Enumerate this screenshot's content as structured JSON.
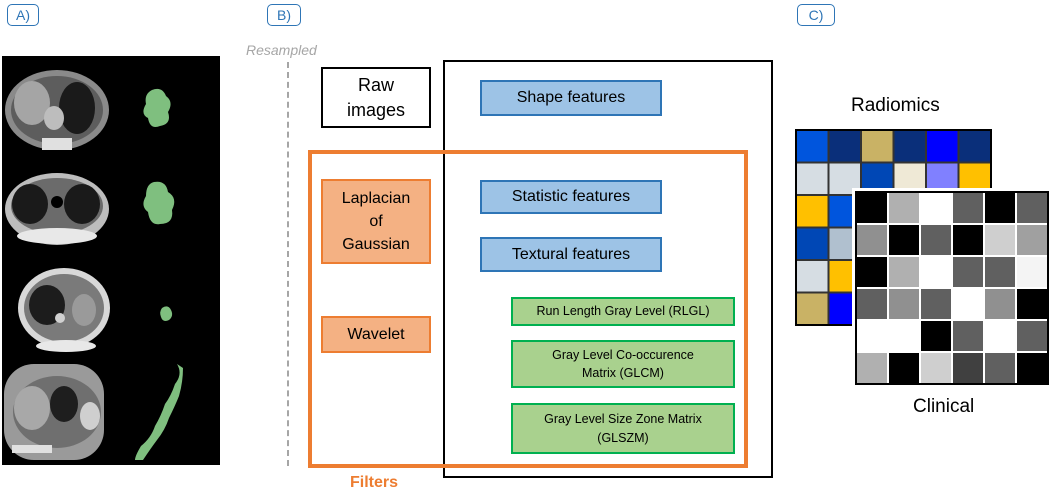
{
  "panel_tags": {
    "a": "A)",
    "b": "B)",
    "c": "C)"
  },
  "ct_panel": {
    "rows": [
      {
        "scan": "ct-scan-1",
        "segmentation": "tumor-segmentation-1"
      },
      {
        "scan": "ct-scan-2",
        "segmentation": "tumor-segmentation-2"
      },
      {
        "scan": "ct-scan-3",
        "segmentation": "tumor-segmentation-3"
      },
      {
        "scan": "ct-scan-4",
        "segmentation": "tumor-segmentation-4"
      }
    ],
    "tumor_color": "#7fbf7f"
  },
  "pipeline": {
    "resampled_label": "Resampled",
    "raw_images": "Raw images",
    "raw_images_lines": [
      "Raw",
      "images"
    ],
    "filters_label": "Filters",
    "filters": [
      {
        "lines": [
          "Laplacian",
          "of",
          "Gaussian"
        ]
      },
      {
        "lines": [
          "Wavelet"
        ]
      }
    ],
    "features": {
      "shape": "Shape features",
      "statistic": "Statistic features",
      "textural": "Textural features",
      "texture_matrices": [
        {
          "lines": [
            "Run Length Gray Level (RLGL)"
          ]
        },
        {
          "lines": [
            "Gray Level Co-occurence",
            "Matrix (GLCM)"
          ]
        },
        {
          "lines": [
            "Gray Level Size Zone Matrix",
            "(GLSZM)"
          ]
        }
      ]
    },
    "colors": {
      "orange": "#ed7d31",
      "blue": "#2e75b6",
      "green": "#00b050",
      "gray": "#a6a6a6"
    }
  },
  "matrices": {
    "radiomics_label": "Radiomics",
    "clinical_label": "Clinical",
    "radiomics_colors": [
      [
        "#0055dd",
        "#0a2f7a",
        "#c9b265",
        "#0a2f7a",
        "#0000ff",
        "#0a2f7a"
      ],
      [
        "#d6dde3",
        "#d6dde3",
        "#0047b5",
        "#efe9d6",
        "#8080ff",
        "#ffc000"
      ],
      [
        "#ffc000",
        "#0055dd",
        "",
        "",
        "",
        ""
      ],
      [
        "#0047b5",
        "#b0c0cf",
        "",
        "",
        "",
        ""
      ],
      [
        "#d6dde3",
        "#ffc000",
        "",
        "",
        "",
        ""
      ],
      [
        "#c9b265",
        "#0000ff",
        "",
        "",
        "",
        ""
      ]
    ],
    "clinical_colors": [
      [
        "#000000",
        "#b0b0b0",
        "#ffffff",
        "#606060",
        "#000000",
        "#606060"
      ],
      [
        "#909090",
        "#000000",
        "#606060",
        "#000000",
        "#cfcfcf",
        "#a0a0a0"
      ],
      [
        "#000000",
        "#b0b0b0",
        "#ffffff",
        "#606060",
        "#606060",
        "#f4f4f4"
      ],
      [
        "#606060",
        "#909090",
        "#606060",
        "#ffffff",
        "#909090",
        "#000000"
      ],
      [
        "#ffffff",
        "#ffffff",
        "#000000",
        "#606060",
        "#ffffff",
        "#606060"
      ],
      [
        "#b0b0b0",
        "#000000",
        "#cfcfcf",
        "#404040",
        "#606060",
        "#000000"
      ]
    ]
  }
}
